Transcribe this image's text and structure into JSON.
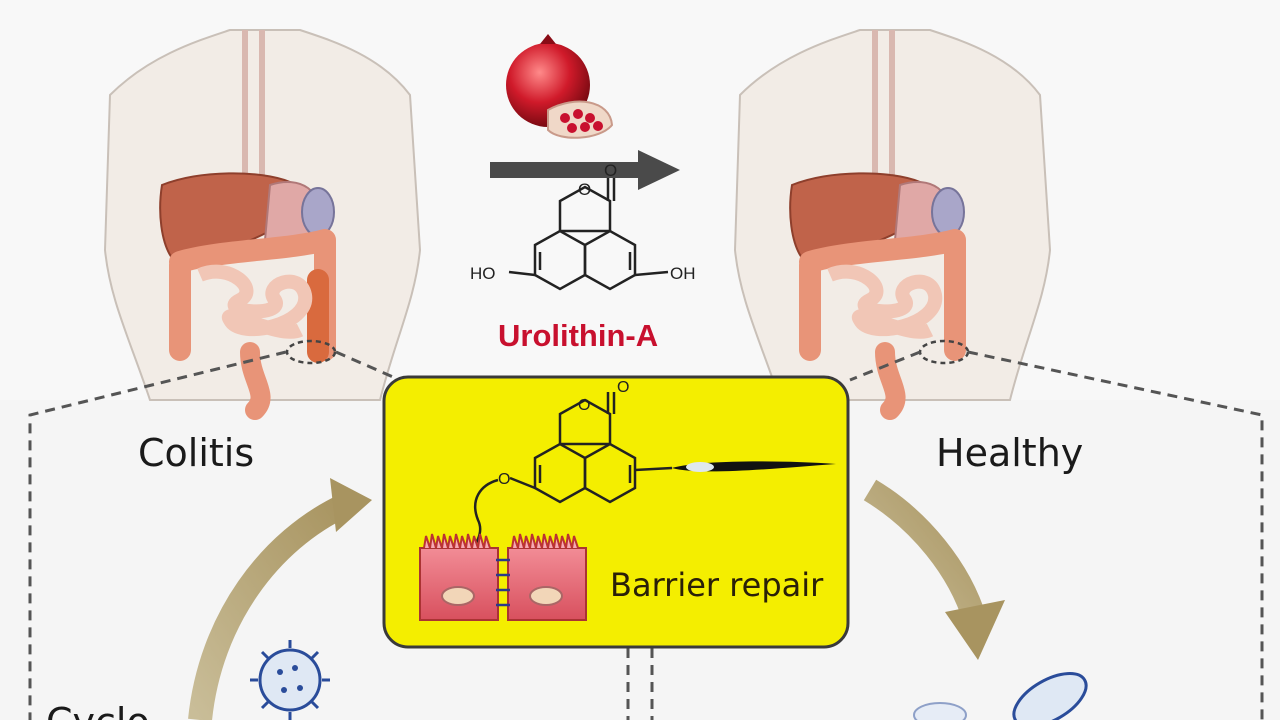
{
  "labels": {
    "left_state": "Colitis",
    "right_state": "Healthy",
    "compound_name": "Urolithin-A",
    "repair_caption": "Barrier repair",
    "bottom_left_text": "Cyclo..."
  },
  "structure": {
    "hydroxyl_left": "HO",
    "hydroxyl_right": "OH",
    "carbonyl_oxygen": "O",
    "ring_oxygen": "O"
  },
  "colors": {
    "background": "#ffffff",
    "panel": "#f3f3f3",
    "highlight_box": "#f4ee00",
    "highlight_border": "#3a3a3a",
    "compound_red": "#c8102e",
    "arrow_gold": "#b9a77a",
    "arrow_gray": "#4a4a4a",
    "cell_pink": "#e8707c"
  }
}
